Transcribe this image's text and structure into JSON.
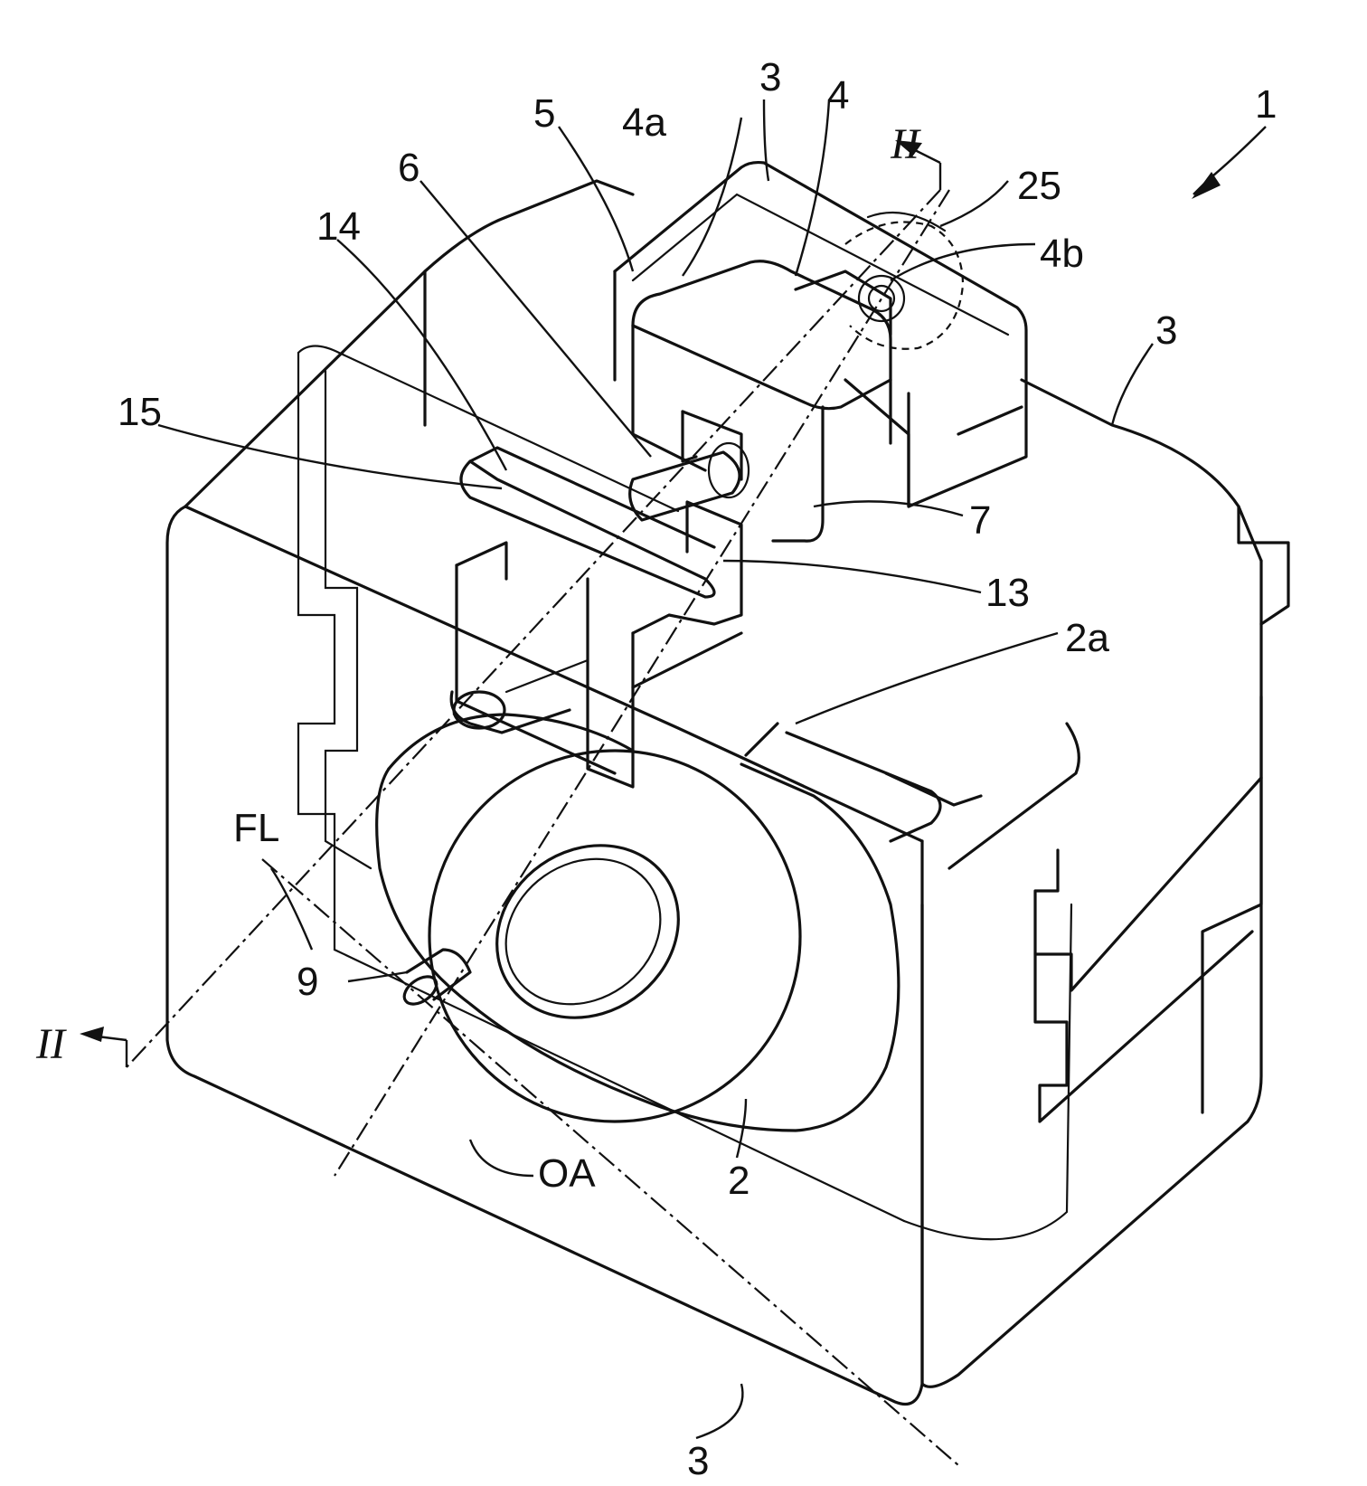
{
  "figure": {
    "labels": {
      "l1": "1",
      "l2": "2",
      "l2a": "2a",
      "l3_top": "3",
      "l3_right": "3",
      "l3_bottom": "3",
      "l4": "4",
      "l4a": "4a",
      "l4b": "4b",
      "l5": "5",
      "l6": "6",
      "l7": "7",
      "l9": "9",
      "l13": "13",
      "l14": "14",
      "l15": "15",
      "l25": "25",
      "lFL": "FL",
      "lOA": "OA",
      "lII_top": "II",
      "lII_left": "II"
    }
  }
}
